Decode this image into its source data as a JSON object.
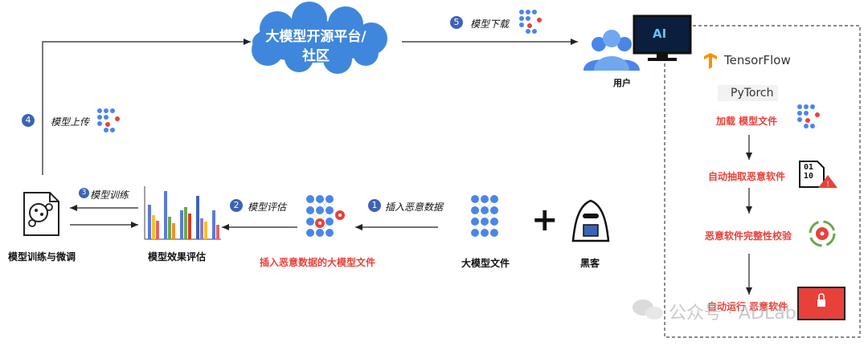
{
  "cloud": {
    "line1": "大模型开源平台/",
    "line2": "社区"
  },
  "steps": [
    {
      "num": "1",
      "label": "插入恶意数据"
    },
    {
      "num": "2",
      "label": "模型评估"
    },
    {
      "num": "3",
      "label": "模型训练"
    },
    {
      "num": "4",
      "label": "模型上传"
    },
    {
      "num": "5",
      "label": "模型下载"
    }
  ],
  "nodes": {
    "train": "模型训练与微调",
    "eval": "模型效果评估",
    "poisoned": "插入恶意数据的大模型文件",
    "model": "大模型文件",
    "hacker": "黑客",
    "user": "用户"
  },
  "plus": "+",
  "ai_label": "AI",
  "frameworks": {
    "tensorflow": "TensorFlow",
    "pytorch": "PyTorch"
  },
  "flow": {
    "load": "加载 模型文件",
    "extract": "自动抽取恶意软件",
    "verify": "恶意软件完整性校验",
    "run": "自动运行 恶意软件"
  },
  "file_icon_bits": [
    "01",
    "10"
  ],
  "watermark": {
    "text": "公众号 · ADLab"
  },
  "colors": {
    "accent_blue": "#3d63b8",
    "cloud": "#3f87dc",
    "alert_red": "#e8413a"
  }
}
